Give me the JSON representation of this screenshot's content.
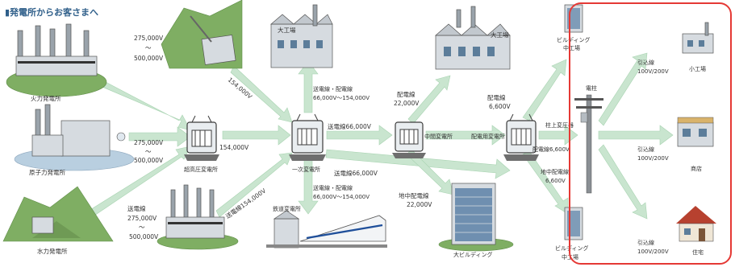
{
  "header": {
    "title": "▮発電所からお客さまへ"
  },
  "sources": {
    "thermal": {
      "name": "火力発電所",
      "voltage_a": "275,000V",
      "voltage_sep": "〜",
      "voltage_b": "500,000V"
    },
    "nuclear": {
      "name": "原子力発電所",
      "voltage_a": "275,000V",
      "voltage_sep": "〜",
      "voltage_b": "500,000V"
    },
    "hydro": {
      "name": "水力発電所",
      "line_label": "送電線",
      "voltage_a": "275,000V",
      "voltage_sep": "〜",
      "voltage_b": "500,000V"
    },
    "pumped": {
      "voltage": "154,000V"
    }
  },
  "substations": {
    "ultra": {
      "name": "超高圧変電所",
      "out_voltage": "154,000V"
    },
    "primary": {
      "name": "一次変電所"
    },
    "intermediate": {
      "name": "中間変電所"
    },
    "distribution": {
      "name": "配電用変電所"
    },
    "railway": {
      "name": "鉄道変電所"
    }
  },
  "lines": {
    "to_large_factory_1": {
      "label": "送電線・配電線",
      "range": "66,000V〜154,000V"
    },
    "trans_66_a": {
      "label": "送電線66,000V"
    },
    "trans_66_b": {
      "label": "送電線66,000V"
    },
    "rail_trans": {
      "label": "送電線154,000V"
    },
    "to_railway": {
      "label": "送電線・配電線",
      "range": "66,000V〜154,000V"
    },
    "dist_22_a": {
      "label": "配電線",
      "voltage": "22,000V"
    },
    "dist_22_b": {
      "label": "地中配電線",
      "voltage": "22,000V"
    },
    "dist_6600_a": {
      "label": "配電線",
      "voltage": "6,600V"
    },
    "dist_6600_pole": {
      "label": "配電線6,600V"
    },
    "dist_6600_ug": {
      "label": "地中配電線",
      "voltage": "6,600V"
    }
  },
  "customers": {
    "large_factory_1": {
      "name": "大工場"
    },
    "large_factory_2": {
      "name": "大工場"
    },
    "large_building": {
      "name": "大ビルディング"
    },
    "mid_building_top": {
      "name_1": "ビルディング",
      "name_2": "中工場"
    },
    "mid_building_bottom": {
      "name_1": "ビルディング",
      "name_2": "中工場"
    },
    "small_factory": {
      "name": "小工場",
      "line": "引込線",
      "voltage": "100V/200V"
    },
    "shop": {
      "name": "商店",
      "line": "引込線",
      "voltage": "100V/200V"
    },
    "house": {
      "name": "住宅",
      "line": "引込線",
      "voltage": "100V/200V"
    }
  },
  "pole": {
    "name": "電柱",
    "transformer": "柱上変圧器"
  },
  "colors": {
    "arrow": "#c9e5cf",
    "highlight": "#e53935",
    "title": "#2f5f8a"
  }
}
